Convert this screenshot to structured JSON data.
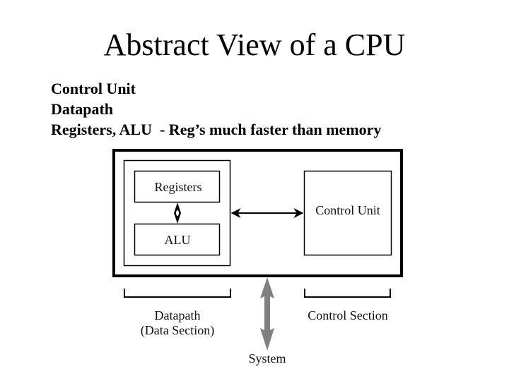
{
  "slide": {
    "title": "Abstract View of a CPU",
    "bullets": [
      "Control Unit",
      "Datapath",
      "Registers, ALU  - Reg’s much faster than memory"
    ]
  },
  "diagram": {
    "boxes": {
      "registers": "Registers",
      "alu": "ALU",
      "control_unit": "Control Unit"
    },
    "labels": {
      "datapath_line1": "Datapath",
      "datapath_line2": "(Data Section)",
      "control_section": "Control Section",
      "system": "System"
    },
    "colors": {
      "line": "#000000",
      "system_arrow": "#808080"
    }
  }
}
